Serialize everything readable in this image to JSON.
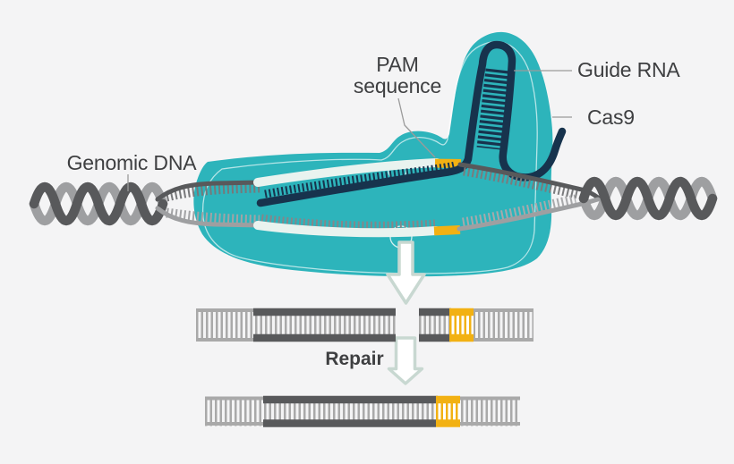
{
  "title": "CRISPR-Cas9 genome editing diagram",
  "labels": {
    "genomic_dna": "Genomic DNA",
    "pam_line1": "PAM",
    "pam_line2": "sequence",
    "guide_rna": "Guide RNA",
    "cas9": "Cas9",
    "repair": "Repair"
  },
  "colors": {
    "cas9_teal": "#2db4bb",
    "guide_rna_navy": "#17334d",
    "pam_yellow": "#f2b113",
    "dna_dark": "#58595b",
    "dna_light": "#9e9fa1",
    "dna_teeth": "#85868a",
    "strand_pale": "#e9f3ef",
    "arrow_outline": "#c8d8d1",
    "label_text": "#3e3f41",
    "leader_line": "#9b9b9b",
    "background": "#f4f4f5"
  }
}
